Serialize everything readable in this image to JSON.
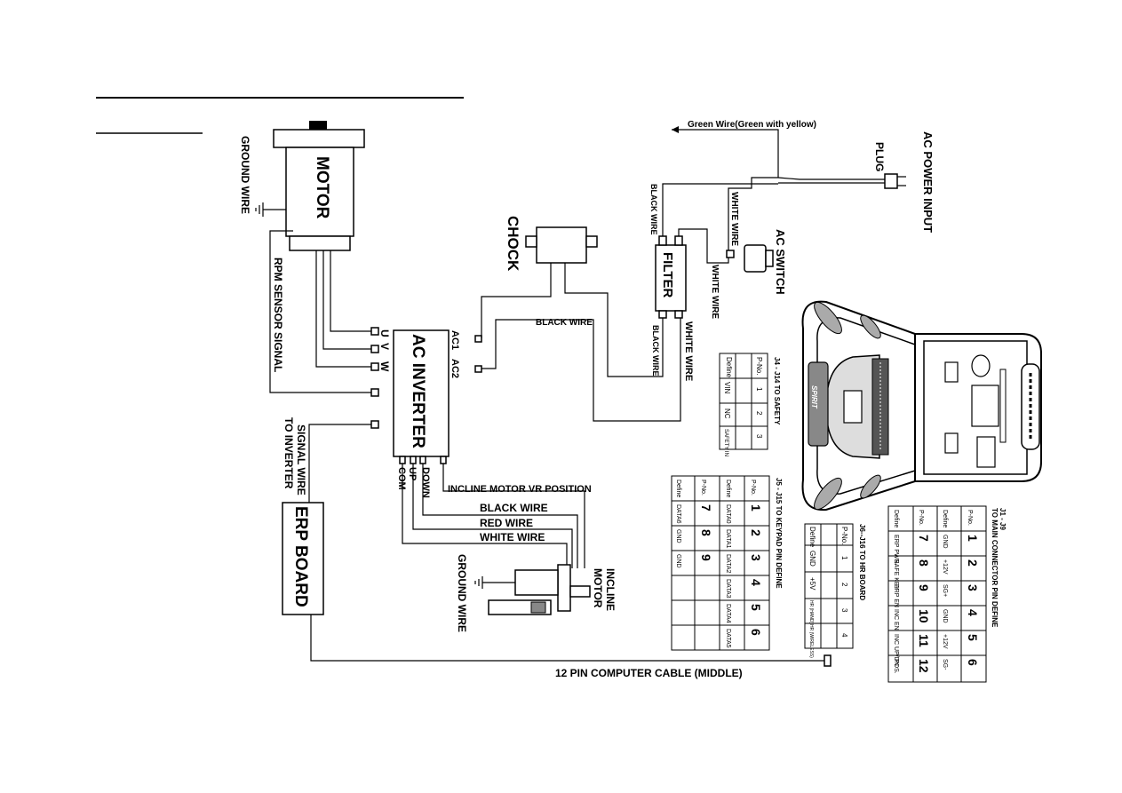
{
  "labels": {
    "motor": "MOTOR",
    "ground_wire_motor": "GROUND WIRE",
    "rpm_sensor": "RPM SENSOR SIGNAL",
    "u": "U",
    "v": "V",
    "w": "W",
    "ac_inverter": "AC INVERTER",
    "ac1": "AC1",
    "ac2": "AC2",
    "down": "DOWN",
    "up": "UP",
    "com": "COM",
    "to_inverter": "TO INVERTER",
    "signal_wire": "SIGNAL WIRE",
    "erp_board": "ERP BOARD",
    "incline_vr": "INCLINE MOTOR VR POSITION",
    "black_wire": "BLACK WIRE",
    "red_wire": "RED WIRE",
    "white_wire": "WHITE WIRE",
    "ground_wire_incline": "GROUND WIRE",
    "incline_motor_1": "INCLINE",
    "incline_motor_2": "MOTOR",
    "computer_cable": "12 PIN  COMPUTER CABLE (MIDDLE)",
    "chock": "CHOCK",
    "black_wire_chock": "BLACK WIRE",
    "black_wire_filter_low": "BLACK WIRE",
    "white_wire_filter_low": "WHITE WIRE",
    "filter": "FILTER",
    "black_wire_filter_top": "BLACK WIRE",
    "white_wire_switch_top": "WHITE WIRE",
    "white_wire_switch": "WHITE WIRE",
    "ac_switch": "AC SWITCH",
    "green_wire": "Green Wire(Green with yellow)",
    "plug": "PLUG",
    "ac_power_input": "AC POWER INPUT"
  },
  "tables": {
    "j4": {
      "title": "J4 - J14 TO SAFETY",
      "pno_label": "P-No.",
      "define_label": "Define",
      "pins": [
        "1",
        "2",
        "3"
      ],
      "defines": [
        "VIN",
        "NC",
        "SAFETY IN"
      ]
    },
    "j5": {
      "title": "J5 - J15 TO KEYPAD PIN DEFINE",
      "rows": [
        {
          "label": "P-No.",
          "cells": [
            "1",
            "2",
            "3",
            "4",
            "5",
            "6"
          ]
        },
        {
          "label": "Define",
          "cells": [
            "DATA0",
            "DATA1",
            "DATA2",
            "DATA3",
            "DATA4",
            "DATA5"
          ]
        },
        {
          "label": "P-No.",
          "cells": [
            "7",
            "8",
            "9",
            "",
            "",
            ""
          ]
        },
        {
          "label": "Define",
          "cells": [
            "DATA6",
            "GND",
            "GND",
            "",
            "",
            ""
          ]
        }
      ]
    },
    "j6": {
      "title": "J6--J16 TO HR BOARD",
      "pno_label": "P-No.",
      "define_label": "Define",
      "pins": [
        "1",
        "2",
        "3",
        "4"
      ],
      "defines": [
        "GND",
        "+5V",
        "HR (HAND)",
        "HR (WIRELESS)"
      ]
    },
    "j1": {
      "title_1": "J1 - J9",
      "title_2": "TO MAIN CONNECTOR PIN DEFINE",
      "rows": [
        {
          "label": "P-No.",
          "cells": [
            "1",
            "2",
            "3",
            "4",
            "5",
            "6"
          ]
        },
        {
          "label": "Define",
          "cells": [
            "GND",
            "+12V",
            "SG+",
            "GND",
            "+12V",
            "SG-"
          ]
        },
        {
          "label": "P-No.",
          "cells": [
            "7",
            "8",
            "9",
            "10",
            "11",
            "12"
          ]
        },
        {
          "label": "Define",
          "cells": [
            "ERP PWR.",
            "SAFE KEY",
            "ERP EN",
            "INC EN",
            "INC UP/DN",
            "POS."
          ]
        }
      ]
    }
  },
  "console_brand": "SPIRIT"
}
